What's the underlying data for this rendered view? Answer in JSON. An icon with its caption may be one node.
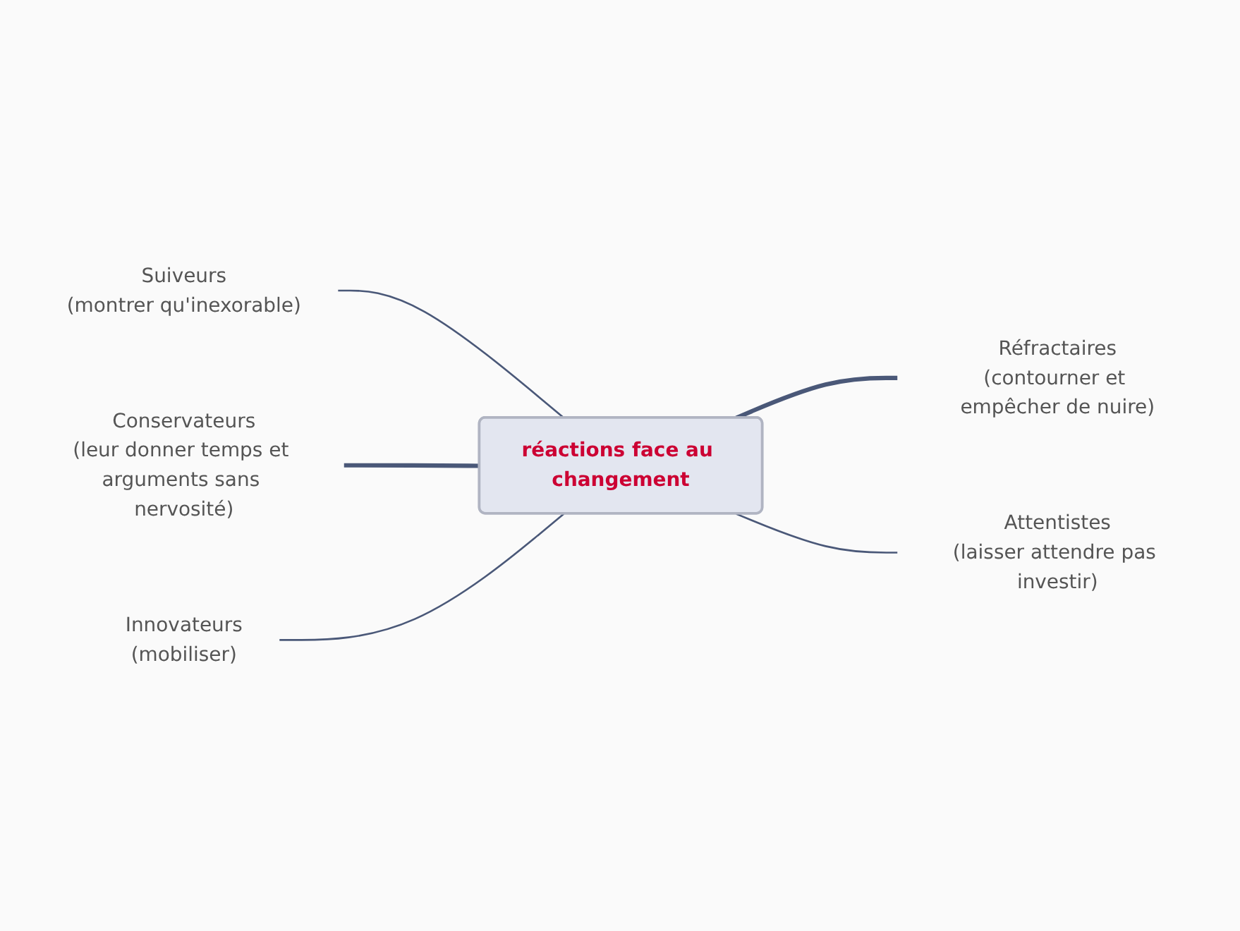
{
  "diagram": {
    "nodes": [
      {
        "text": [
          "réactions face au changement"
        ]
      },
      {
        "text": [
          "Suiveurs",
          "(montrer qu'inexorable)"
        ]
      },
      {
        "text": [
          "Réfractaires",
          "(contourner et empêcher de nuire)"
        ]
      },
      {
        "text": [
          "Conservateurs",
          "(leur donner temps et arguments sans nervosité)"
        ]
      },
      {
        "text": [
          "Attentistes",
          "(laisser attendre pas investir)"
        ]
      },
      {
        "text": [
          "Innovateurs",
          "(mobiliser)"
        ]
      }
    ],
    "edges": [
      {
        "from": 0,
        "to": 1,
        "arrow": "none"
      },
      {
        "from": 0,
        "to": 2,
        "arrow": "none",
        "style": "thick"
      },
      {
        "from": 0,
        "to": 3,
        "arrow": "none",
        "style": "thick"
      },
      {
        "from": 0,
        "to": 4,
        "arrow": "none"
      },
      {
        "from": 0,
        "to": 5,
        "arrow": "none"
      }
    ]
  }
}
